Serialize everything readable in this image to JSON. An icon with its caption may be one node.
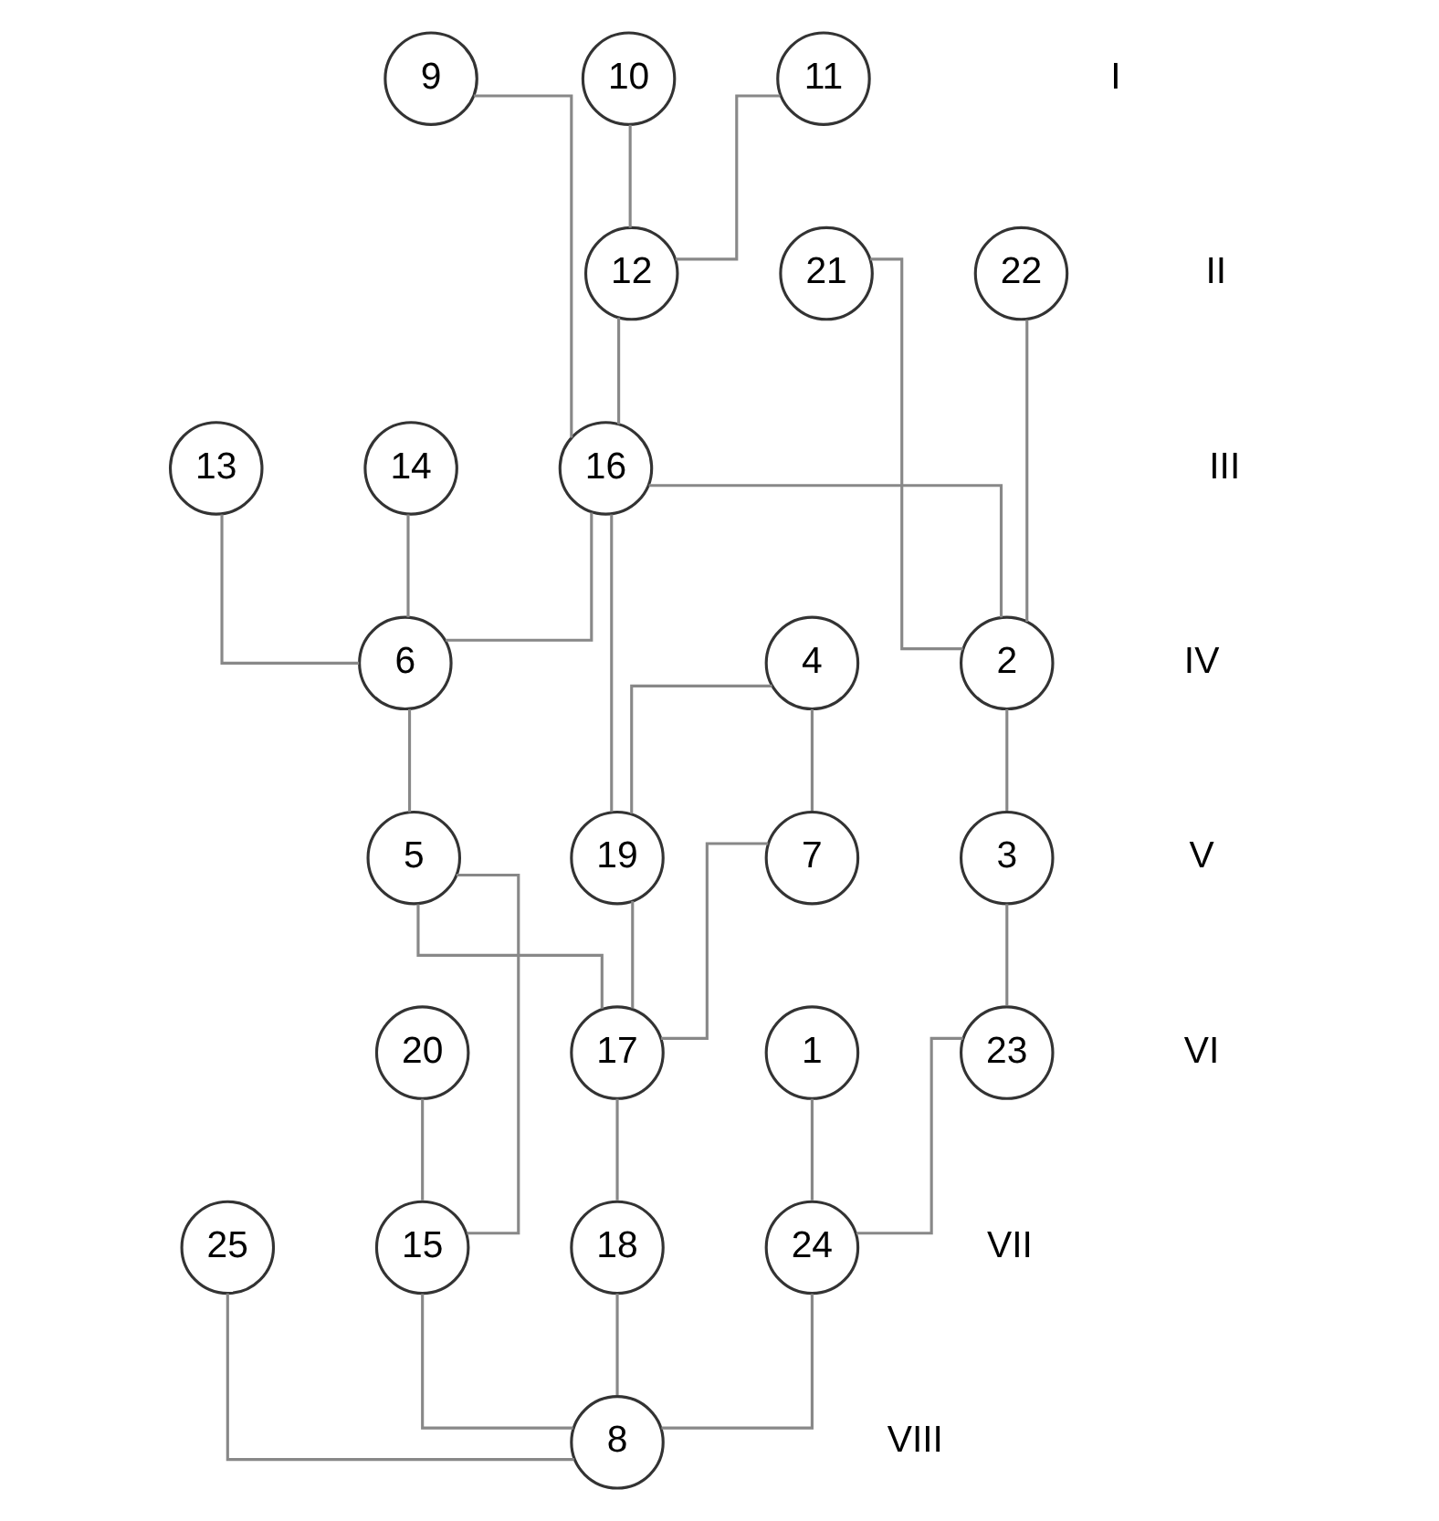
{
  "diagram": {
    "nodes": [
      {
        "text": [
          "9"
        ]
      },
      {
        "text": [
          "10"
        ]
      },
      {
        "text": [
          "11"
        ]
      },
      {
        "text": [
          "12"
        ]
      },
      {
        "text": [
          "21"
        ]
      },
      {
        "text": [
          "22"
        ]
      },
      {
        "text": [
          "13"
        ]
      },
      {
        "text": [
          "14"
        ]
      },
      {
        "text": [
          "16"
        ]
      },
      {
        "text": [
          "6"
        ]
      },
      {
        "text": [
          "4"
        ]
      },
      {
        "text": [
          "2"
        ]
      },
      {
        "text": [
          "5"
        ]
      },
      {
        "text": [
          "19"
        ]
      },
      {
        "text": [
          "7"
        ]
      },
      {
        "text": [
          "3"
        ]
      },
      {
        "text": [
          "20"
        ]
      },
      {
        "text": [
          "17"
        ]
      },
      {
        "text": [
          "1"
        ]
      },
      {
        "text": [
          "23"
        ]
      },
      {
        "text": [
          "25"
        ]
      },
      {
        "text": [
          "15"
        ]
      },
      {
        "text": [
          "18"
        ]
      },
      {
        "text": [
          "24"
        ]
      },
      {
        "text": [
          "8"
        ]
      }
    ],
    "edges": [
      {
        "from": 1,
        "to": 3,
        "arrow": "none"
      },
      {
        "from": 2,
        "to": 3,
        "arrow": "none"
      },
      {
        "from": 0,
        "to": 8,
        "arrow": "none"
      },
      {
        "from": 3,
        "to": 8,
        "arrow": "none"
      },
      {
        "from": 4,
        "to": 11,
        "arrow": "none"
      },
      {
        "from": 5,
        "to": 11,
        "arrow": "none"
      },
      {
        "from": 6,
        "to": 9,
        "arrow": "none"
      },
      {
        "from": 7,
        "to": 9,
        "arrow": "none"
      },
      {
        "from": 8,
        "to": 9,
        "arrow": "none"
      },
      {
        "from": 8,
        "to": 11,
        "arrow": "none"
      },
      {
        "from": 8,
        "to": 13,
        "arrow": "none"
      },
      {
        "from": 10,
        "to": 13,
        "arrow": "none"
      },
      {
        "from": 10,
        "to": 14,
        "arrow": "none"
      },
      {
        "from": 9,
        "to": 12,
        "arrow": "none"
      },
      {
        "from": 11,
        "to": 15,
        "arrow": "none"
      },
      {
        "from": 12,
        "to": 17,
        "arrow": "none"
      },
      {
        "from": 13,
        "to": 17,
        "arrow": "none"
      },
      {
        "from": 14,
        "to": 17,
        "arrow": "none"
      },
      {
        "from": 15,
        "to": 19,
        "arrow": "none"
      },
      {
        "from": 17,
        "to": 22,
        "arrow": "none"
      },
      {
        "from": 16,
        "to": 21,
        "arrow": "none"
      },
      {
        "from": 12,
        "to": 21,
        "arrow": "none"
      },
      {
        "from": 18,
        "to": 23,
        "arrow": "none"
      },
      {
        "from": 19,
        "to": 23,
        "arrow": "none"
      },
      {
        "from": 20,
        "to": 24,
        "arrow": "none"
      },
      {
        "from": 21,
        "to": 24,
        "arrow": "none"
      },
      {
        "from": 22,
        "to": 24,
        "arrow": "none"
      },
      {
        "from": 23,
        "to": 24,
        "arrow": "none"
      }
    ],
    "labels": [
      "I",
      "II",
      "III",
      "IV",
      "V",
      "VI",
      "VII",
      "VIII"
    ]
  }
}
